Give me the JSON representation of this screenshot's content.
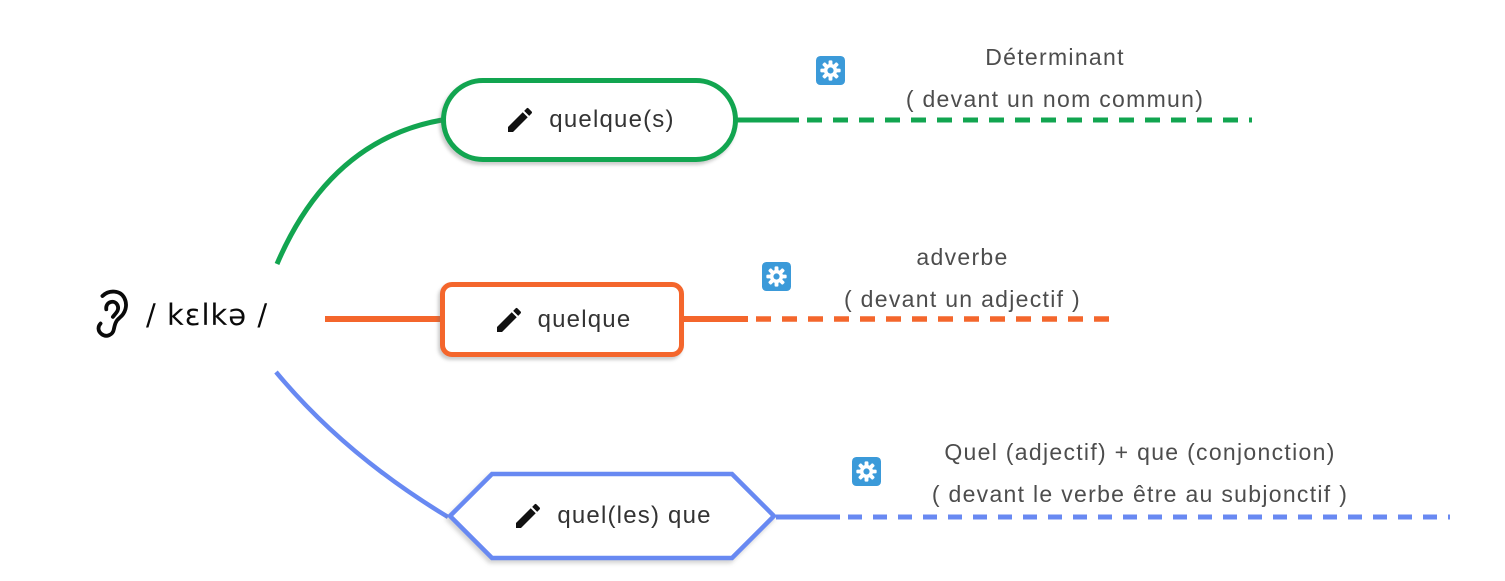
{
  "root": {
    "phonetic": "/ kɛlkə /"
  },
  "branches": [
    {
      "name": "determinant",
      "color": "#12A550",
      "node": {
        "label": "quelque(s)",
        "shape": "pill"
      },
      "annotation": {
        "title": "Déterminant",
        "subtitle": "( devant un nom commun)"
      }
    },
    {
      "name": "adverbe",
      "color": "#F4662C",
      "node": {
        "label": "quelque",
        "shape": "rounded-rectangle"
      },
      "annotation": {
        "title": "adverbe",
        "subtitle": "( devant un adjectif )"
      }
    },
    {
      "name": "quel-plus-que",
      "color": "#6889F2",
      "node": {
        "label": "quel(les) que",
        "shape": "hexagon"
      },
      "annotation": {
        "title": "Quel (adjectif) + que (conjonction)",
        "subtitle": "( devant le verbe être au subjonctif )"
      }
    }
  ],
  "colors": {
    "gear_blue": "#3B9AD9",
    "node_text": "#333333",
    "annotation_text": "#4D4D4D",
    "root_text": "#0A0A0A",
    "background": "#FFFFFF"
  }
}
